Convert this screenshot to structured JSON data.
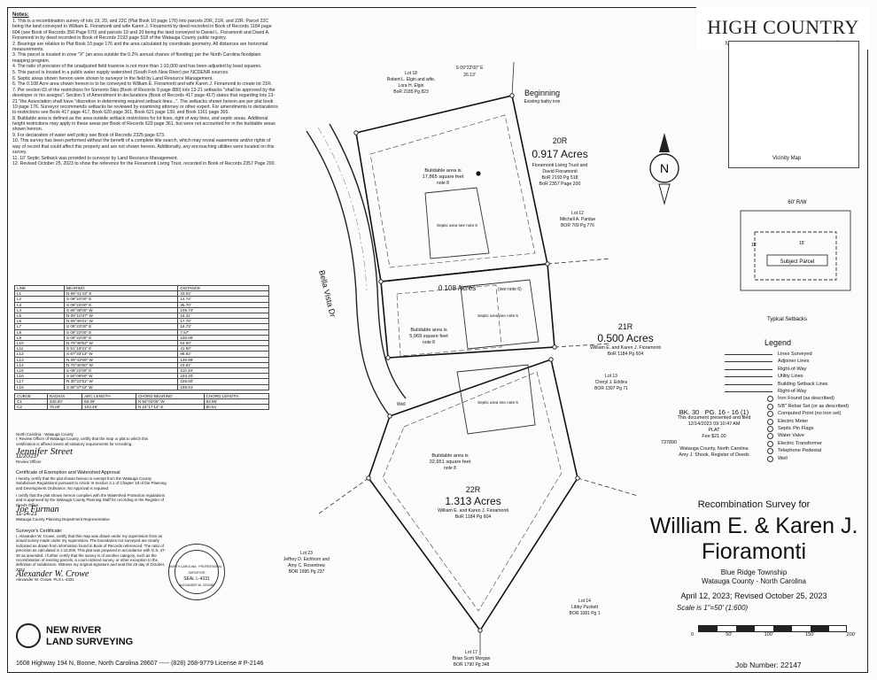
{
  "logo": {
    "big": "HIGH COUNTRY",
    "small": "MULTIPLE LISTING SERVICE®"
  },
  "notes": {
    "heading": "Notes:",
    "items": [
      "1. This is a recombination survey of lots 19, 20, and 22C (Plat Book 10 page 176) into parcels 20R, 21R, and 22R. Parcel 22C being the land conveyed to William E. Fioramonti and wife Karen J. Fioramonti by deed recorded in Book of Records 1184 page 604 (see Book of Records 356 Page 570) and parcels 19 and 20 being the land conveyed to Daniel L. Fioramonti and David A. Fioramonti in by deed recorded in Book of Records 2193 page 518 of the Watauga County public registry.",
      "2. Bearings are relative to Plat Book 10 page 176 and the area calculated by coordinate geometry. All distances are horizontal measurements.",
      "3. This parcel is located in zone \"X\" (an area outside the 0.2% annual chance of flooding) per the North Carolina floodplain mapping program.",
      "4. The ratio of precision of the unadjusted field traverse is not more than 1:10,000 and has been adjusted by least squares.",
      "5. This parcel is located in a public water supply watershed (South Fork New River) per NCDENR sources.",
      "6. Septic areas shown hereon were shown to surveyor in the field by Land Resource Management.",
      "6. The 0.108 Acre area shown hereon is to be conveyed to William E. Fioramonti and wife Karen J. Fioramonti to create lot 21R.",
      "7. Per section 03 of the restrictions for Sorrento Skis (Book of Records 9 page 880) lots 13-21 setbacks \"shall be approved by the developer or his assigns\". Section 5 of Amendment to declarations (Book of Records 417 page 417) states that regarding lots 13-21 \"the Association shall have \"discretion in determining required setback lines...\". The setbacks shown hereon are per plat book 10 page 176. Surveyor recommends setbacks be reviewed by examining attorney or other expert. For amendments to declarations to restrictions see Book 417 page 417, Book 620 page 361, Book 621 page 139, and Book 1161 page 365.",
      "8. Buildable area is defined as the area outside setback restrictions for lot lines, right of way lines, and septic areas. Additional height restrictions may apply in these areas per Book of Records 620 page 361, but were not accounted for in the buildable areas shown hereon.",
      "9. For declaration of water well policy see Book of Records 2325 page 673.",
      "10. This survey has been performed without the benefit of a complete title search, which may reveal easements and/or rights of way of record that could affect this property and are not shown hereon. Additionally, any encroaching utilities were located on this survey.",
      "11. 10' Septic Setback was provided to surveyor by Land Resource Management.",
      "12. Revised October 25, 2023 to show the reference for the Fioramonti Living Trust, recorded in Book of Records 2357 Page 200."
    ]
  },
  "line_table": {
    "headers": [
      "LINE",
      "BEARING",
      "DISTANCE"
    ],
    "rows": [
      [
        "L1",
        "N 69°41'43\" E",
        "33.04'"
      ],
      [
        "L2",
        "S 09°22'00\" E",
        "14.74'"
      ],
      [
        "L3",
        "S 09°22'00\" E",
        "35.70'"
      ],
      [
        "L4",
        "S 80°38'00\" W",
        "105.74'"
      ],
      [
        "L5",
        "N 09°10'37\" W",
        "16.31'"
      ],
      [
        "L6",
        "N 09°35'01\" W",
        "17.70'"
      ],
      [
        "L7",
        "S 09°22'00\" E",
        "16.73'"
      ],
      [
        "L8",
        "S 09°22'00\" E",
        "7.57'"
      ],
      [
        "L9",
        "S 09°22'00\" E",
        "100.06'"
      ],
      [
        "L10",
        "N 79°38'52\" W",
        "64.00'"
      ],
      [
        "L11",
        "S 51°18'31\" E",
        "41.50'"
      ],
      [
        "L12",
        "S 67°33'13\" W",
        "98.62'"
      ],
      [
        "L13",
        "N 09°43'06\" W",
        "130.99'"
      ],
      [
        "L14",
        "N 70°46'50\" W",
        "23.61'"
      ],
      [
        "L15",
        "S 09°22'00\" E",
        "110.34'"
      ],
      [
        "L16",
        "S 50°09'50\" W",
        "233.20'"
      ],
      [
        "L17",
        "N 30°22'51\" W",
        "225.60'"
      ],
      [
        "L18",
        "S 80°37'42\" W",
        "199.51'"
      ]
    ]
  },
  "curve_table": {
    "headers": [
      "CURVE",
      "RADIUS",
      "ARC LENGTH",
      "CHORD BEARING",
      "CHORD LENGTH"
    ],
    "rows": [
      [
        "C1",
        "330.00'",
        "83.09'",
        "N 56°03'05\" W",
        "82.86'"
      ],
      [
        "C2",
        "70.00'",
        "103.48'",
        "N 24°17'14\" E",
        "80.51'"
      ]
    ]
  },
  "certs": {
    "county": "North Carolina - Watauga County",
    "county_text": "I, Review Officer of Watauga County, certify that the map or plat to which this certification is affixed meets all statutory requirements for recording.",
    "signature": "Jennifer Street",
    "date": "11/20/23",
    "review_officer": "Review Officer",
    "exemption_title": "Certificate of Exemption and Watershed Approval",
    "exemption_text": "I hereby certify that the plat shown hereon is exempt from the Watauga County Subdivision Regulations pursuant to Article III Section 3.1 of Chapter 18 of the Planning and Development Ordinance. No Approval is required.",
    "watershed_text": "I certify that the plat shown hereon complies with the Watershed Protection regulations and is approved by the Watauga County Planning Staff for recording in the Register of Deeds Office.",
    "planning_sig": "Joe Furman",
    "planning_date": "11-14-23",
    "planning_title": "Watauga County Planning Department Representative",
    "surveyor_title": "Surveyor's Certificate:",
    "surveyor_text": "I, Alexander W. Crowe, certify that this map was drawn under my supervision from an actual survey made under my supervision. The boundaries not surveyed are clearly indicated as drawn from information found in Book of Records referenced. The ratio of precision as calculated is 1:10,000. This plat was prepared in accordance with G.S. 47-30 as amended. I further certify that the survey is of another category, such as the recombination of existing parcels, a court-ordered survey, or other exception to the definition of subdivision. Witness my original signature and seal this 25 day of October, 2023",
    "surveyor_sig": "Alexander W. Crowe",
    "surveyor_name": "Alexander W. Crowe, PLS L-4331"
  },
  "seal": {
    "ring": "NORTH CAROLINA · PROFESSIONAL · SURVEYOR",
    "center": "SEAL L-4331",
    "bottom": "ALEXANDER W. CROWE"
  },
  "company": {
    "line1": "NEW RIVER",
    "line2": "LAND SURVEYING"
  },
  "footer": "1608 Highway 194 N, Boone, North Carolina 28607 ----- (828) 268-9779 License # P-2146",
  "plat": {
    "road": "Bella Vista Dr",
    "beginning": "Beginning",
    "beginning_sub": "Existing bathy iron",
    "lot20r": {
      "id": "20R",
      "acres": "0.917 Acres",
      "owner1": "Fioramonti Living Trust and",
      "owner2": "David Fioramonti",
      "ref1": "BoR 2193 Pg 518",
      "ref2": "BoR 2357 Page 200"
    },
    "area108": {
      "acres": "0.108 Acres",
      "note": "(see note 6)"
    },
    "lot21r": {
      "id": "21R",
      "acres": "0.500 Acres",
      "owner": "William E. and Karen J. Fioramonti",
      "ref": "BoR 1184 Pg 604"
    },
    "lot22r": {
      "id": "22R",
      "acres": "1.313 Acres",
      "owner": "William E. and Karen J. Fioramonti",
      "ref": "BoR 1184 Pg 604"
    },
    "build1": {
      "t1": "Buildable area is",
      "t2": "17,865 square feet",
      "t3": "note 8"
    },
    "build2": {
      "t1": "Buildable area is",
      "t2": "5,969 square feet",
      "t3": "note 8"
    },
    "build3": {
      "t1": "Buildable area is",
      "t2": "32,651 square feet",
      "t3": "note 8"
    },
    "septic1": "Septic area see note 6",
    "septic2": "Septic area see note 6",
    "septic3": "Septic area see note 6",
    "lot18": {
      "id": "Lot 18",
      "o1": "Robert L. Elgin and wife,",
      "o2": "Lora H. Elgin",
      "ref": "BoR 2185 Pg 823"
    },
    "lot12": {
      "id": "Lot 12",
      "o1": "Mitchell A. Pardue",
      "ref": "BOR 709 Pg 776"
    },
    "lot13": {
      "id": "Lot 13",
      "o1": "Cheryl J. Eddins",
      "ref": "BOR 1397 Pg 71"
    },
    "lot14": {
      "id": "Lot 14",
      "o1": "Libby Puckett",
      "ref": "BOR 1081 Pg 1"
    },
    "lot17": {
      "id": "Lot 17",
      "o1": "Brian Scott Morgan",
      "ref": "BOR 1790 Pg 348"
    },
    "lot23": {
      "id": "Lot 23",
      "o1": "Jeffrey D. Eichhorn and",
      "o2": "Amy C. Rosentrew",
      "ref": "BOR 1995 Pg 237"
    },
    "bearing_top": "S 09°22'00\" E",
    "dist_top": "26.13'",
    "well": "Well"
  },
  "vicinity": {
    "label": "Vicinity Map"
  },
  "setbacks": {
    "row": "60' R/W",
    "subject": "Subject Parcel",
    "label": "Typical Setbacks",
    "d1": "15'",
    "d2": "15'"
  },
  "legend": {
    "title": "Legend",
    "items": [
      "Lines Surveyed",
      "Adjoiner Lines",
      "Right-of-Way",
      "Utility Lines",
      "Building Setback Lines",
      "Right-of-Way"
    ],
    "symbols": [
      "Iron Found (as described)",
      "5/8\" Rebar Set (or as described)",
      "Computed Point (no iron set)",
      "Electric Meter",
      "Septic Pin Flags",
      "Water Valve",
      "Electric Transformer",
      "Telephone Pedestal",
      "Well"
    ]
  },
  "stamp": {
    "bk": "BK. 30",
    "pg": "PG. 16 - 16 (1)",
    "l1": "This document presented and filed",
    "l2": "12/14/2023 09:10:47 AM",
    "l3": "PLAT",
    "l4": "Fee $21.00",
    "l5": "Watauga County, North Carolina",
    "l6": "Amy J. Shook, Register of Deeds",
    "doc": "737890"
  },
  "title": {
    "pre": "Recombination Survey for",
    "name1": "William E. & Karen J.",
    "name2": "Fioramonti",
    "loc1": "Blue Ridge Township",
    "loc2": "Watauga County - North Carolina",
    "date": "April 12, 2023; Revised October 25, 2023",
    "scale": "Scale is 1\"=50' (1:600)",
    "ticks": [
      "0",
      "50'",
      "100'",
      "150'",
      "200'"
    ],
    "job": "Job Number: 22147"
  }
}
